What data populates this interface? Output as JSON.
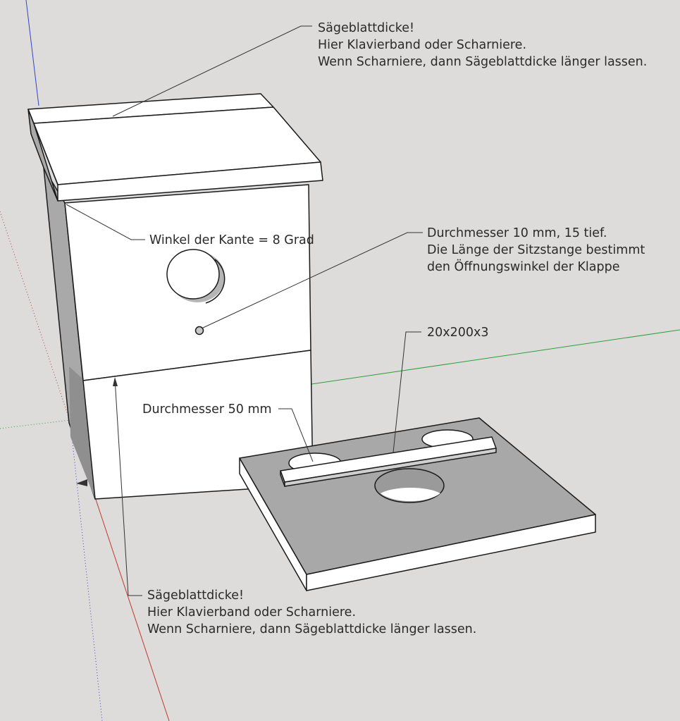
{
  "annotations": {
    "saw_top": {
      "line1": "Sägeblattdicke!",
      "line2": "Hier Klavierband oder Scharniere.",
      "line3": "Wenn Scharniere, dann Sägeblattdicke länger lassen."
    },
    "edge_angle": "Winkel der Kante = 8 Grad",
    "perch_hole": {
      "line1": "Durchmesser 10 mm, 15 tief.",
      "line2": "Die Länge der Sitzstange bestimmt",
      "line3": "den Öffnungswinkel der Klappe"
    },
    "strip_size": "20x200x3",
    "hole_diameter": "Durchmesser 50 mm",
    "saw_bottom": {
      "line1": "Sägeblattdicke!",
      "line2": "Hier Klavierband oder Scharniere.",
      "line3": "Wenn Scharniere, dann Sägeblattdicke länger lassen."
    }
  },
  "colors": {
    "background": "#dedcdb",
    "face_light": "#ffffff",
    "face_side": "#a9a9a9",
    "face_base_top": "#a8a8a8",
    "outline": "#1a1a1a",
    "axis_red": "#c0392b",
    "axis_green": "#2e9e3a",
    "axis_blue": "#2f45c8"
  }
}
